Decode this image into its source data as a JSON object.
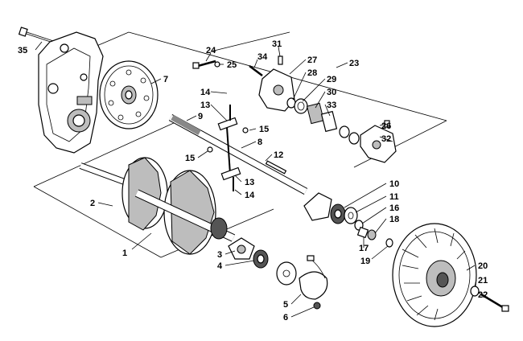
{
  "diagram": {
    "callouts": [
      {
        "id": "1",
        "text": "1"
      },
      {
        "id": "2",
        "text": "2"
      },
      {
        "id": "3",
        "text": "3"
      },
      {
        "id": "4",
        "text": "4"
      },
      {
        "id": "5",
        "text": "5"
      },
      {
        "id": "6",
        "text": "6"
      },
      {
        "id": "7",
        "text": "7"
      },
      {
        "id": "8",
        "text": "8"
      },
      {
        "id": "9",
        "text": "9"
      },
      {
        "id": "10",
        "text": "10"
      },
      {
        "id": "11",
        "text": "11"
      },
      {
        "id": "12",
        "text": "12"
      },
      {
        "id": "13a",
        "text": "13"
      },
      {
        "id": "13b",
        "text": "13"
      },
      {
        "id": "14a",
        "text": "14"
      },
      {
        "id": "14b",
        "text": "14"
      },
      {
        "id": "15a",
        "text": "15"
      },
      {
        "id": "15b",
        "text": "15"
      },
      {
        "id": "16",
        "text": "16"
      },
      {
        "id": "17",
        "text": "17"
      },
      {
        "id": "18",
        "text": "18"
      },
      {
        "id": "19",
        "text": "19"
      },
      {
        "id": "20",
        "text": "20"
      },
      {
        "id": "21",
        "text": "21"
      },
      {
        "id": "22",
        "text": "22"
      },
      {
        "id": "23",
        "text": "23"
      },
      {
        "id": "24",
        "text": "24"
      },
      {
        "id": "25",
        "text": "25"
      },
      {
        "id": "26",
        "text": "26"
      },
      {
        "id": "27",
        "text": "27"
      },
      {
        "id": "28",
        "text": "28"
      },
      {
        "id": "29",
        "text": "29"
      },
      {
        "id": "30",
        "text": "30"
      },
      {
        "id": "31",
        "text": "31"
      },
      {
        "id": "32",
        "text": "32"
      },
      {
        "id": "33",
        "text": "33"
      },
      {
        "id": "34",
        "text": "34"
      },
      {
        "id": "35",
        "text": "35"
      }
    ]
  }
}
